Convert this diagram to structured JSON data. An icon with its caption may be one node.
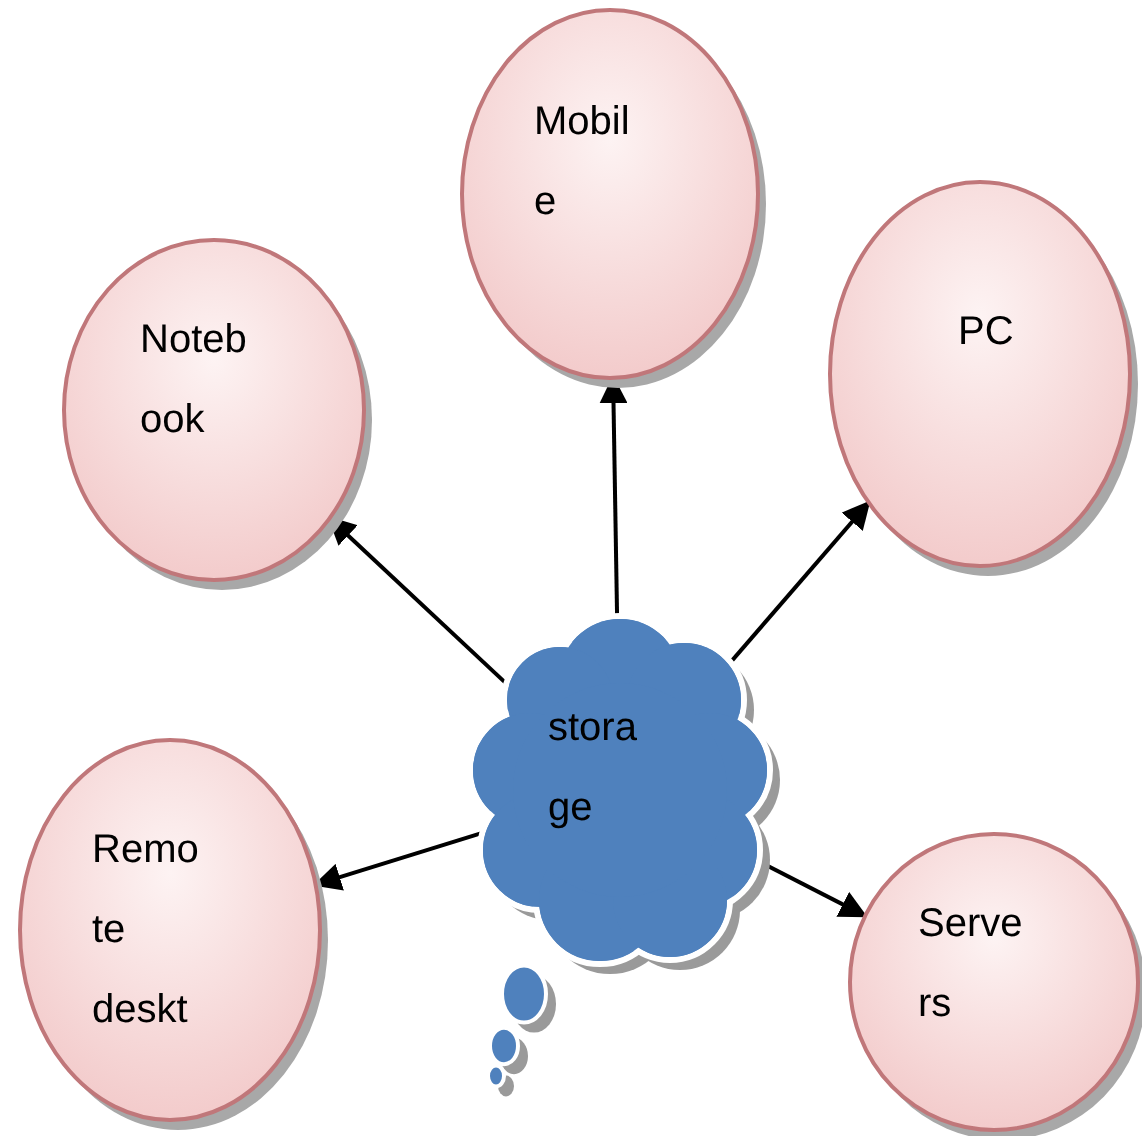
{
  "diagram": {
    "nodes": [
      {
        "text": [
          "Mobil e"
        ]
      },
      {
        "text": [
          "Noteb ook"
        ]
      },
      {
        "text": [
          "PC"
        ]
      },
      {
        "text": [
          "stora ge"
        ]
      },
      {
        "text": [
          "Remo te deskt"
        ]
      },
      {
        "text": [
          "Serve rs"
        ]
      }
    ],
    "edges": [
      {
        "from": 3,
        "to": 1,
        "arrow": "to"
      },
      {
        "from": 3,
        "to": 0,
        "arrow": "to"
      },
      {
        "from": 3,
        "to": 2,
        "arrow": "to"
      },
      {
        "from": 3,
        "to": 4,
        "arrow": "to"
      },
      {
        "from": 3,
        "to": 5,
        "arrow": "to"
      }
    ]
  }
}
